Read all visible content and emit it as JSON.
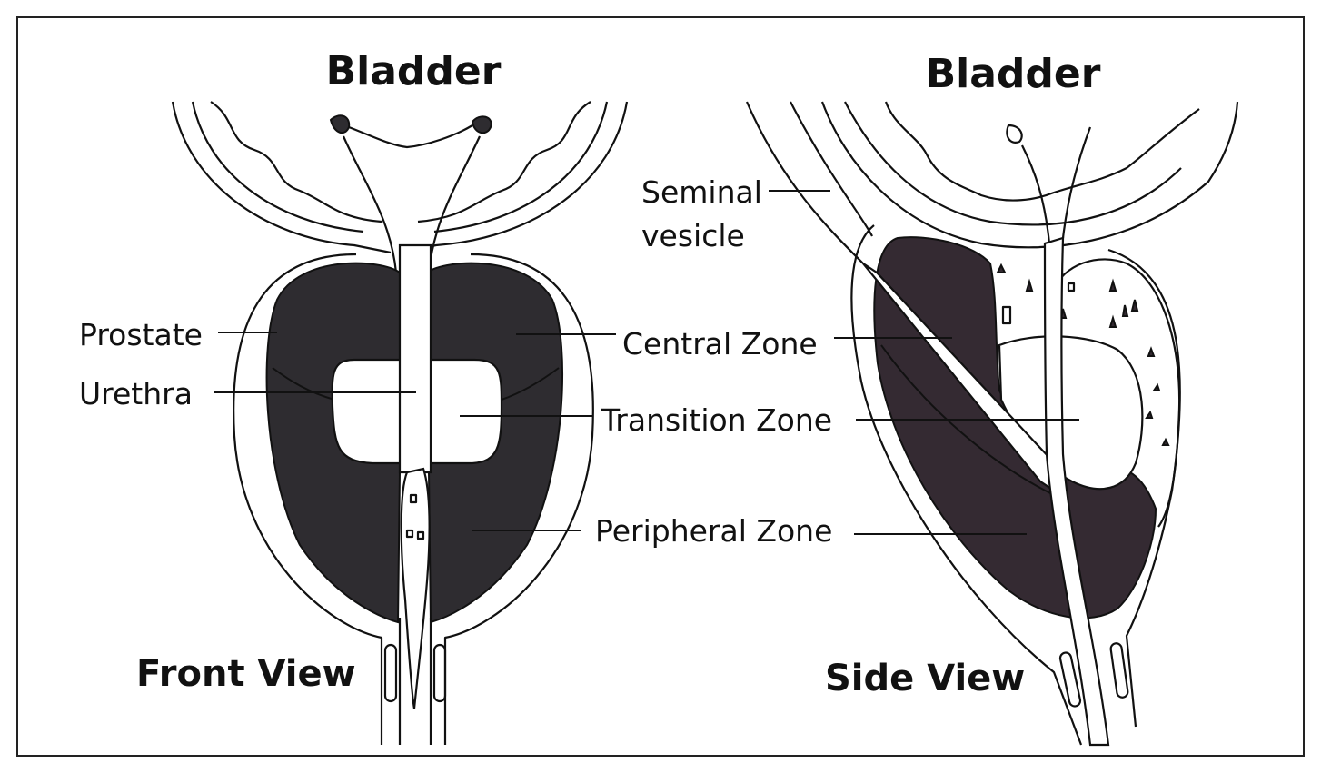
{
  "titles": {
    "front_bladder": "Bladder",
    "side_bladder": "Bladder",
    "front_view": "Front View",
    "side_view": "Side View"
  },
  "labels": {
    "prostate": "Prostate",
    "urethra": "Urethra",
    "seminal_vesicle_1": "Seminal",
    "seminal_vesicle_2": "vesicle",
    "central_zone": "Central Zone",
    "transition_zone": "Transition Zone",
    "peripheral_zone": "Peripheral Zone"
  },
  "colors": {
    "zone_fill": "#2e2c30",
    "background": "#ffffff",
    "ink": "#111111"
  }
}
